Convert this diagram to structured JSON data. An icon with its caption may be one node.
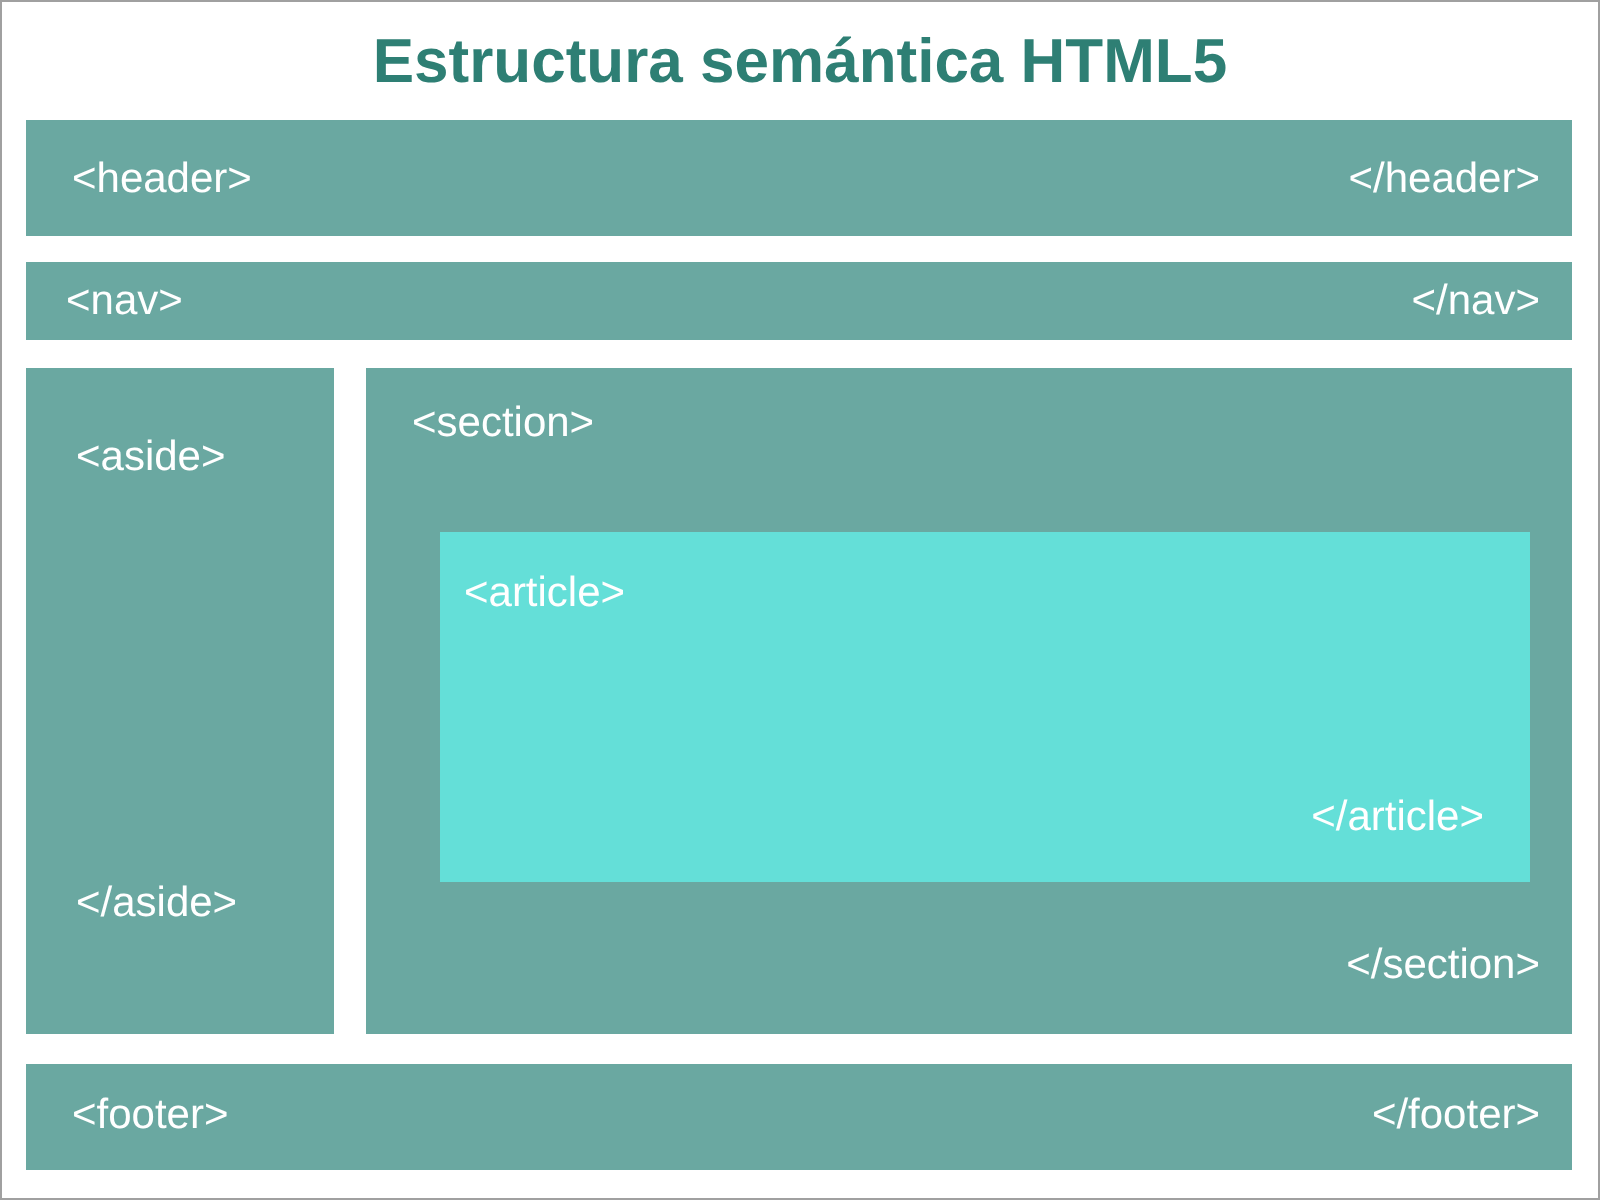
{
  "diagram": {
    "title": "Estructura semántica HTML5",
    "nodes": [
      {
        "text": [
          "<header>",
          "</header>"
        ]
      },
      {
        "text": [
          "<nav>",
          "</nav>"
        ]
      },
      {
        "text": [
          "<aside>",
          "</aside>"
        ]
      },
      {
        "text": [
          "<section>",
          "</section>"
        ]
      },
      {
        "text": [
          "<article>",
          "</article>"
        ],
        "in": 3
      },
      {
        "text": [
          "<footer>",
          "</footer>"
        ]
      }
    ]
  }
}
